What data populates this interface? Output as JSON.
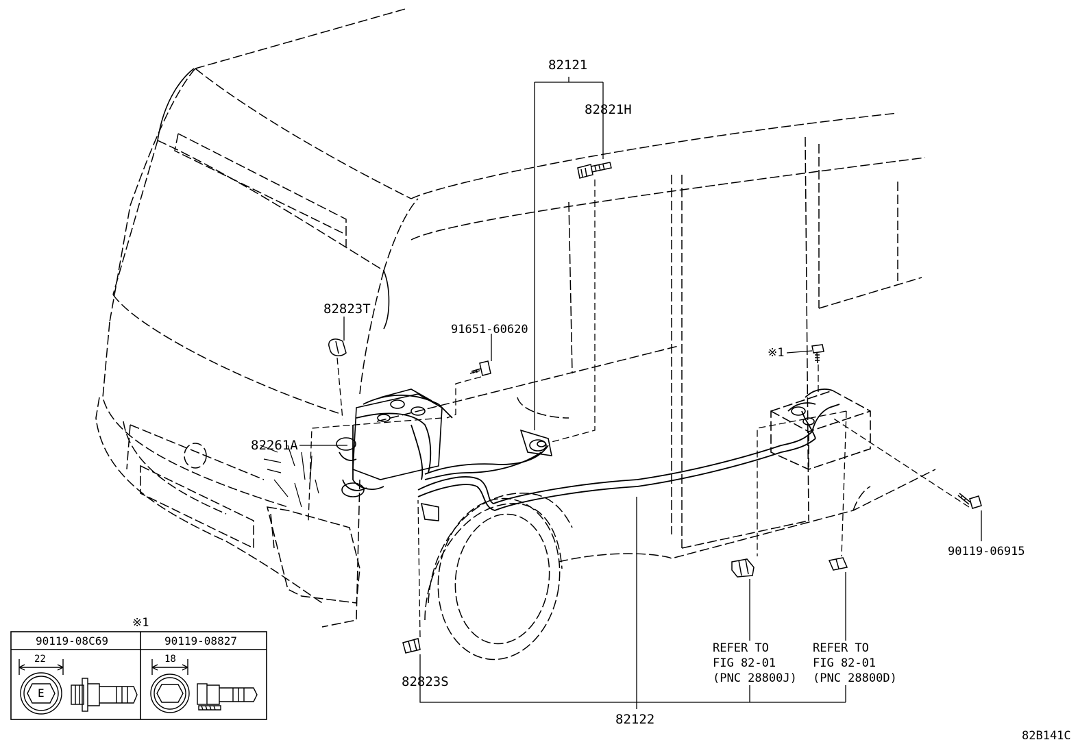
{
  "parts": {
    "p82121": "82121",
    "p82821H": "82821H",
    "p82823T": "82823T",
    "p91651": "91651-60620",
    "p82261A": "82261A",
    "p90119_06915": "90119-06915",
    "p82823S": "82823S",
    "p82122": "82122",
    "note_mark": "※1"
  },
  "refs": [
    {
      "line1": "REFER TO",
      "line2": "FIG 82-01",
      "line3": "(PNC 28800J)"
    },
    {
      "line1": "REFER TO",
      "line2": "FIG 82-01",
      "line3": "(PNC 28800D)"
    }
  ],
  "inset": {
    "mark": "※1",
    "col1": {
      "part": "90119-08C69",
      "dim": "22",
      "letter": "E"
    },
    "col2": {
      "part": "90119-08827",
      "dim": "18"
    }
  },
  "figure_code": "82B141C",
  "colors": {
    "line": "#000000",
    "background": "#ffffff"
  }
}
